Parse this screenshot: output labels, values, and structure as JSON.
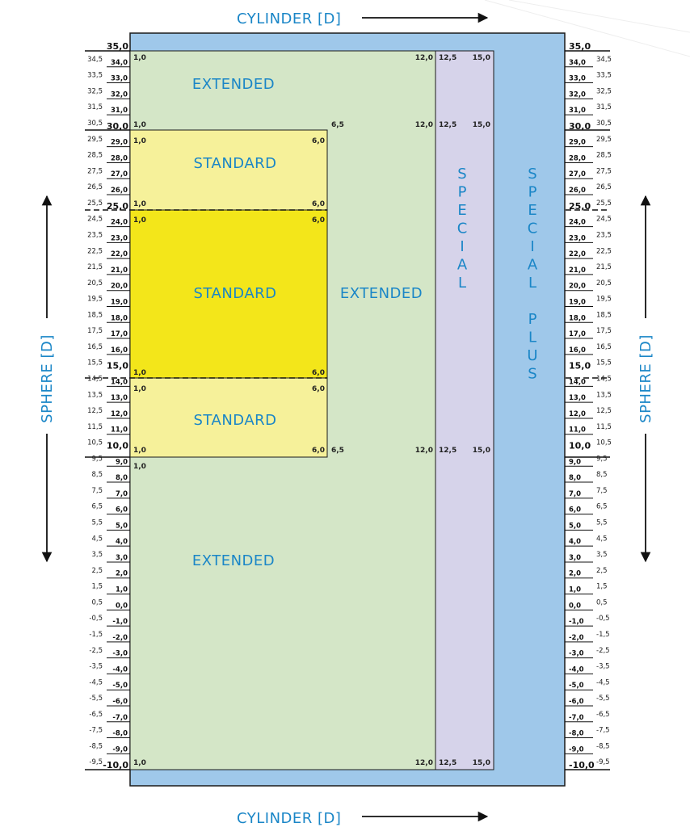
{
  "axis_titles": {
    "cylinder_top": "CYLINDER [D]",
    "cylinder_bottom": "CYLINDER [D]",
    "sphere_left": "SPHERE [D]",
    "sphere_right": "SPHERE [D]"
  },
  "regions": {
    "extended_top": "EXTENDED",
    "extended_middle": "EXTENDED",
    "extended_bottom": "EXTENDED",
    "standard_upper": "STANDARD",
    "standard_core": "STANDARD",
    "standard_lower": "STANDARD",
    "special": "SPECIAL",
    "special_plus": "SPECIAL PLUS"
  },
  "colors": {
    "special_plus": "#9fc8ea",
    "special": "#d6d3ea",
    "extended": "#d4e6c7",
    "standard_light": "#f6f19a",
    "standard_core": "#f3e61a",
    "label_blue": "#1a86c7"
  },
  "corner_labels": {
    "ext_top_left": "1,0",
    "ext_top_right": "12,0",
    "spc_top_left": "12,5",
    "spc_top_right": "15,0",
    "r31_left": "1,0",
    "r31_mid": "6,5",
    "r31_ext": "12,0",
    "r31_spc": "12,5",
    "r31_spp": "15,0",
    "su_tl": "1,0",
    "su_tr": "6,0",
    "su_bl": "1,0",
    "su_br": "6,0",
    "sc_tl": "1,0",
    "sc_tr": "6,0",
    "sc_bl": "1,0",
    "sc_br": "6,0",
    "sl_tl": "1,0",
    "sl_tr": "6,0",
    "sl_bl": "1,0",
    "sl_br": "6,0",
    "r10_mid": "6,5",
    "r10_ext": "12,0",
    "r10_spc": "12,5",
    "r10_spp": "15,0",
    "r9_left": "1,0",
    "bot_left": "1,0",
    "bot_ext": "12,0",
    "bot_spc": "12,5",
    "bot_spp": "15,0"
  },
  "sphere_scale": {
    "major": [
      "35,0",
      "30,0",
      "25,0",
      "15,0",
      "10,0",
      "-10,0"
    ],
    "integers": [
      "34,0",
      "33,0",
      "32,0",
      "31,0",
      "29,0",
      "28,0",
      "27,0",
      "26,0",
      "24,0",
      "23,0",
      "22,0",
      "21,0",
      "20,0",
      "19,0",
      "18,0",
      "17,0",
      "16,0",
      "14,0",
      "13,0",
      "12,0",
      "11,0",
      "9,0",
      "8,0",
      "7,0",
      "6,0",
      "5,0",
      "4,0",
      "3,0",
      "2,0",
      "1,0",
      "0,0",
      "-1,0",
      "-2,0",
      "-3,0",
      "-4,0",
      "-5,0",
      "-6,0",
      "-7,0",
      "-8,0",
      "-9,0"
    ],
    "halves": [
      "34,5",
      "33,5",
      "32,5",
      "31,5",
      "30,5",
      "29,5",
      "28,5",
      "27,5",
      "26,5",
      "25,5",
      "24,5",
      "23,5",
      "22,5",
      "21,5",
      "20,5",
      "19,5",
      "18,5",
      "17,5",
      "16,5",
      "15,5",
      "14,5",
      "13,5",
      "12,5",
      "11,5",
      "10,5",
      "9,5",
      "8,5",
      "7,5",
      "6,5",
      "5,5",
      "4,5",
      "3,5",
      "2,5",
      "1,5",
      "0,5",
      "-0,5",
      "-1,5",
      "-2,5",
      "-3,5",
      "-4,5",
      "-5,5",
      "-6,5",
      "-7,5",
      "-8,5",
      "-9,5"
    ]
  }
}
